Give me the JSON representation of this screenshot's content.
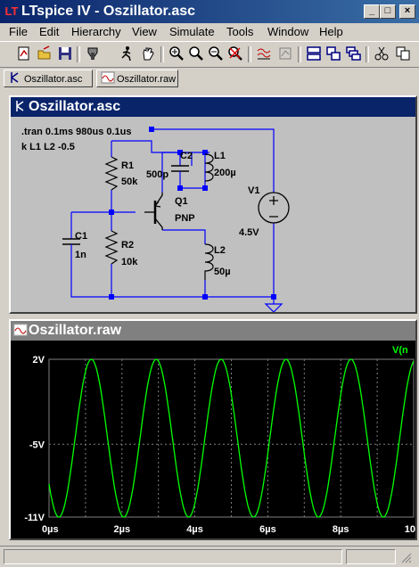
{
  "window": {
    "title": "LTspice IV - Oszillator.asc",
    "app_icon": "LT",
    "minimize": "_",
    "restore": "□",
    "close": "×"
  },
  "menu": [
    "File",
    "Edit",
    "Hierarchy",
    "View",
    "Simulate",
    "Tools",
    "Window",
    "Help"
  ],
  "toolbar": {
    "icons": [
      "new-schematic",
      "open-folder",
      "save",
      "control-panel",
      "run",
      "halt",
      "pan",
      "zoom-in",
      "zoom-area",
      "zoom-out",
      "zoom-cancel",
      "tile-horizontal",
      "tile-vertical",
      "cascade",
      "toggle-grid",
      "cut",
      "copy"
    ]
  },
  "tabs": [
    {
      "label": "Oszillator.asc",
      "icon": "schematic-icon"
    },
    {
      "label": "Oszillator.raw",
      "icon": "waveform-icon"
    }
  ],
  "schematic": {
    "title": "Oszillator.asc",
    "directives": [
      ".tran 0.1ms 980us 0.1us",
      "k L1 L2 -0.5"
    ],
    "components": {
      "R1": {
        "name": "R1",
        "value": "50k"
      },
      "R2": {
        "name": "R2",
        "value": "10k"
      },
      "C1": {
        "name": "C1",
        "value": "1n"
      },
      "C2": {
        "name": "C2",
        "value": "500p"
      },
      "L1": {
        "name": "L1",
        "value": "200µ"
      },
      "L2": {
        "name": "L2",
        "value": "50µ"
      },
      "Q1": {
        "name": "Q1",
        "value": "PNP"
      },
      "V1": {
        "name": "V1",
        "value": "4.5V"
      }
    },
    "colors": {
      "wire": "#0000ff",
      "component": "#000000",
      "junction": "#0000ff",
      "background": "#c0c0c0"
    }
  },
  "waveform": {
    "title": "Oszillator.raw",
    "trace_label": "V(n",
    "trace_color": "#00ff00"
  },
  "chart_data": {
    "type": "line",
    "x_unit": "µs",
    "xlim": [
      0,
      10
    ],
    "ylim": [
      -11,
      2
    ],
    "x_ticks": [
      "0µs",
      "2µs",
      "4µs",
      "6µs",
      "8µs",
      "10"
    ],
    "y_ticks": [
      "2V",
      "-5V",
      "-11V"
    ],
    "y_tick_values": [
      2,
      -5,
      -11
    ],
    "x_tick_values": [
      0,
      2,
      4,
      6,
      8,
      10
    ],
    "grid": true,
    "series": [
      {
        "name": "V(n",
        "amplitude": 6.5,
        "offset": -4.5,
        "period": 1.78,
        "phase_max_at": 1.16
      }
    ]
  },
  "status": {
    "panel1": "",
    "panel2": ""
  }
}
